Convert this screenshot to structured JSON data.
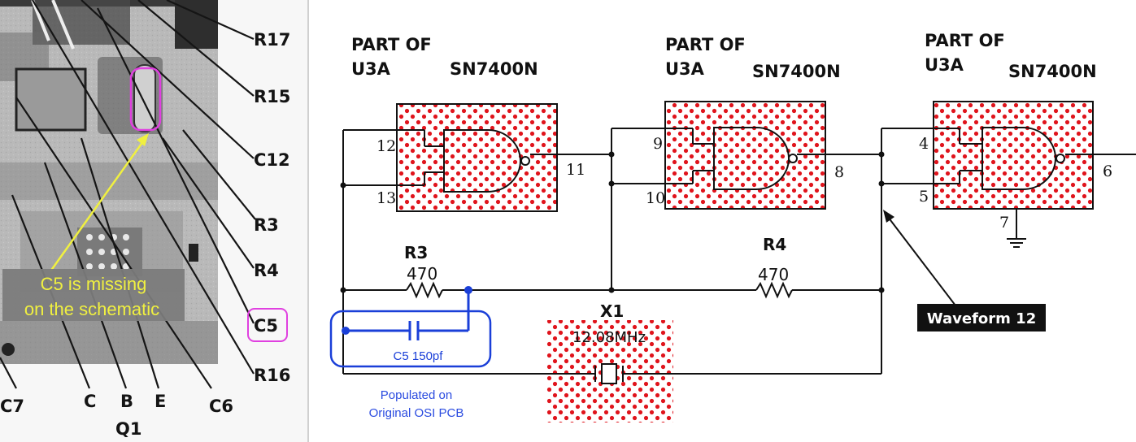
{
  "photo": {
    "labels": {
      "r17": "R17",
      "r15": "R15",
      "c12": "C12",
      "r3": "R3",
      "r4": "R4",
      "c5": "C5",
      "r16": "R16",
      "c7": "C7",
      "c": "C",
      "b": "B",
      "e": "E",
      "c6": "C6",
      "q1": "Q1"
    },
    "note": {
      "line1": "C5 is missing",
      "line2": "on the schematic"
    }
  },
  "schematic": {
    "gates": [
      {
        "part_of": "PART OF",
        "ref": "U3A",
        "chip": "SN7400N",
        "in_a": "12",
        "in_b": "13",
        "out": "11"
      },
      {
        "part_of": "PART OF",
        "ref": "U3A",
        "chip": "SN7400N",
        "in_a": "9",
        "in_b": "10",
        "out": "8"
      },
      {
        "part_of": "PART OF",
        "ref": "U3A",
        "chip": "SN7400N",
        "in_a": "4",
        "in_b": "5",
        "out": "6",
        "gnd_pin": "7"
      }
    ],
    "r3": {
      "ref": "R3",
      "value": "470"
    },
    "r4": {
      "ref": "R4",
      "value": "470"
    },
    "x1": {
      "ref": "X1",
      "value": "12.08MHz"
    },
    "waveform": "Waveform 12",
    "c5_note": {
      "label": "C5 150pf",
      "caption1": "Populated on",
      "caption2": "Original OSI PCB"
    }
  },
  "colors": {
    "dots": "#e0141c",
    "highlight_magenta": "#e040e0",
    "callout_yellow": "#f0f040",
    "callout_blue": "#1a3fd8",
    "caption_blue": "#2a4be0",
    "note_bg": "#7b7b7b"
  }
}
